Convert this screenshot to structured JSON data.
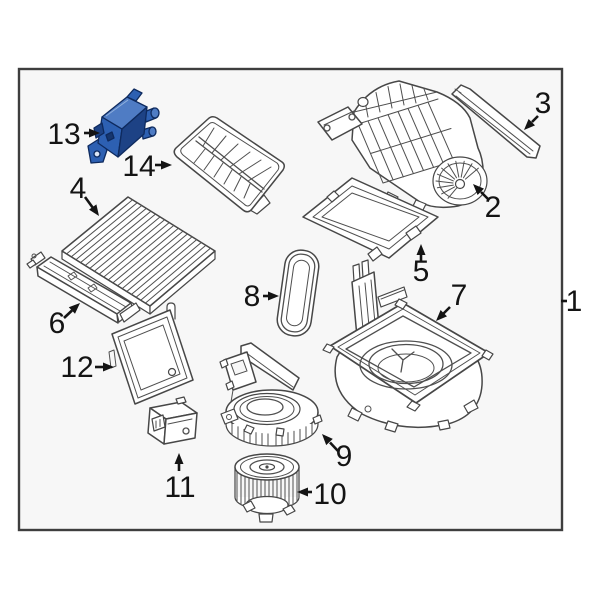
{
  "diagram": {
    "description_colors": {
      "line": "#474747",
      "panel_background": "#f7f7f7",
      "page_background": "#ffffff",
      "highlight_blue": "#2d60b2",
      "highlight_blue_dark": "#1d4285",
      "highlight_blue_light": "#4f7cc4",
      "highlight_outline": "#0e2a5e",
      "label_color": "#141414"
    },
    "callouts": [
      {
        "number": "1"
      },
      {
        "number": "2"
      },
      {
        "number": "3"
      },
      {
        "number": "4"
      },
      {
        "number": "5"
      },
      {
        "number": "6"
      },
      {
        "number": "7"
      },
      {
        "number": "8"
      },
      {
        "number": "9"
      },
      {
        "number": "10"
      },
      {
        "number": "11"
      },
      {
        "number": "12"
      },
      {
        "number": "13"
      },
      {
        "number": "14"
      }
    ]
  }
}
